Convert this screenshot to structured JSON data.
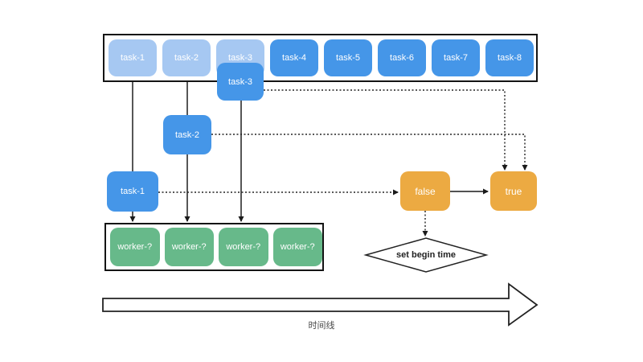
{
  "queue": {
    "tasks": [
      {
        "label": "task-1",
        "dispatched": true
      },
      {
        "label": "task-2",
        "dispatched": true
      },
      {
        "label": "task-3",
        "dispatched": true
      },
      {
        "label": "task-4",
        "dispatched": false
      },
      {
        "label": "task-5",
        "dispatched": false
      },
      {
        "label": "task-6",
        "dispatched": false
      },
      {
        "label": "task-7",
        "dispatched": false
      },
      {
        "label": "task-8",
        "dispatched": false
      }
    ]
  },
  "in_flight": {
    "task3": {
      "label": "task-3"
    },
    "task2": {
      "label": "task-2"
    },
    "task1": {
      "label": "task-1"
    }
  },
  "workers": {
    "slots": [
      {
        "label": "worker-?"
      },
      {
        "label": "worker-?"
      },
      {
        "label": "worker-?"
      },
      {
        "label": "worker-?"
      }
    ]
  },
  "decision": {
    "false_label": "false",
    "true_label": "true",
    "action_label": "set begin time"
  },
  "timeline": {
    "label": "时间线"
  },
  "colors": {
    "task_blue": "#4596e8",
    "task_faded_blue": "#a6c8f2",
    "worker_green": "#67b98a",
    "decision_orange": "#ecaa42",
    "line_black": "#222222"
  }
}
